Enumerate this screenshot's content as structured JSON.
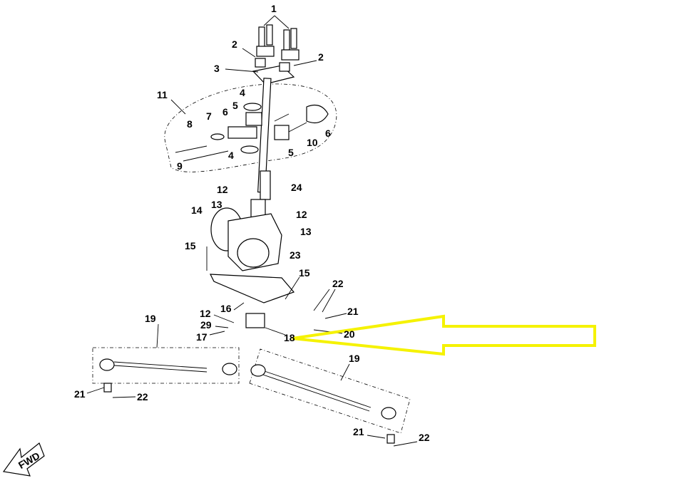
{
  "diagram": {
    "callouts": [
      "1",
      "2",
      "2",
      "3",
      "4",
      "11",
      "5",
      "6",
      "7",
      "6",
      "8",
      "10",
      "5",
      "4",
      "9",
      "12",
      "24",
      "13",
      "14",
      "12",
      "13",
      "15",
      "23",
      "15",
      "22",
      "16",
      "21",
      "12",
      "29",
      "20",
      "17",
      "18",
      "19",
      "19",
      "21",
      "22",
      "21",
      "22"
    ],
    "fwd_label": "FWD",
    "highlight_color": "#f5f200",
    "highlight_target": "18"
  }
}
